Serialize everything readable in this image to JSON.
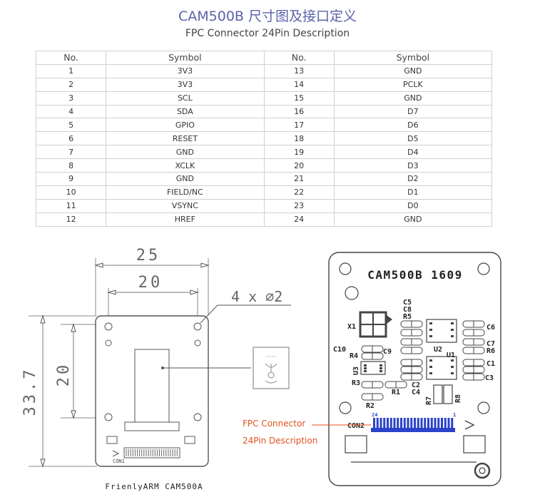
{
  "header": {
    "title": "CAM500B 尺寸图及接口定义",
    "subtitle": "FPC Connector 24Pin Description"
  },
  "pin_table": {
    "headers": [
      "No.",
      "Symbol",
      "No.",
      "Symbol"
    ],
    "rows": [
      [
        "1",
        "3V3",
        "13",
        "GND"
      ],
      [
        "2",
        "3V3",
        "14",
        "PCLK"
      ],
      [
        "3",
        "SCL",
        "15",
        "GND"
      ],
      [
        "4",
        "SDA",
        "16",
        "D7"
      ],
      [
        "5",
        "GPIO",
        "17",
        "D6"
      ],
      [
        "6",
        "RESET",
        "18",
        "D5"
      ],
      [
        "7",
        "GND",
        "19",
        "D4"
      ],
      [
        "8",
        "XCLK",
        "20",
        "D3"
      ],
      [
        "9",
        "GND",
        "21",
        "D2"
      ],
      [
        "10",
        "FIELD/NC",
        "22",
        "D1"
      ],
      [
        "11",
        "VSYNC",
        "23",
        "D0"
      ],
      [
        "12",
        "HREF",
        "24",
        "GND"
      ]
    ]
  },
  "left_drawing": {
    "dim_top_outer": "25",
    "dim_top_inner": "20",
    "dim_hole": "4 x ∅2",
    "dim_left_outer": "33.7",
    "dim_left_inner": "20",
    "connector_label": "CON1",
    "board_name": "FrienlyARM CAM500A"
  },
  "right_drawing": {
    "board_title": "CAM500B 1609",
    "refs": {
      "x1": "X1",
      "c5": "C5",
      "c8": "C8",
      "r5": "R5",
      "c6": "C6",
      "c7": "C7",
      "r6": "R6",
      "c10": "C10",
      "r4": "R4",
      "c9": "C9",
      "u2": "U2",
      "u1": "U1",
      "u3": "U3",
      "c1": "C1",
      "c3": "C3",
      "c2": "C2",
      "c4": "C4",
      "r3": "R3",
      "r1": "R1",
      "r2": "R2",
      "r7": "R7",
      "r8": "R8",
      "con2": "CON2"
    },
    "pin_first": "24",
    "pin_last": "1",
    "fpc_label_line1": "FPC Connector",
    "fpc_label_line2": "24Pin Description"
  },
  "colors": {
    "title": "#5a63a8",
    "fpc_label": "#e2531c",
    "fpc_pins": "#2b43c8"
  }
}
